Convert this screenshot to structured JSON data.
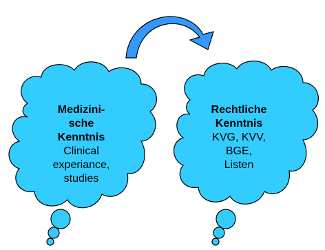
{
  "colors": {
    "cloud_fill": "#33ccff",
    "arrow_fill": "#3399ff",
    "outline": "#000000"
  },
  "arrow": {
    "icon": "curved-arrow-right-icon"
  },
  "clouds": [
    {
      "bold_lines": [
        "Medizini-",
        "sche",
        "Kenntnis"
      ],
      "plain_lines": [
        "Clinical",
        "experiance,",
        "studies"
      ]
    },
    {
      "bold_lines": [
        "Rechtliche",
        "Kenntnis"
      ],
      "plain_lines": [
        "KVG, KVV,",
        "BGE,",
        "Listen"
      ]
    }
  ]
}
